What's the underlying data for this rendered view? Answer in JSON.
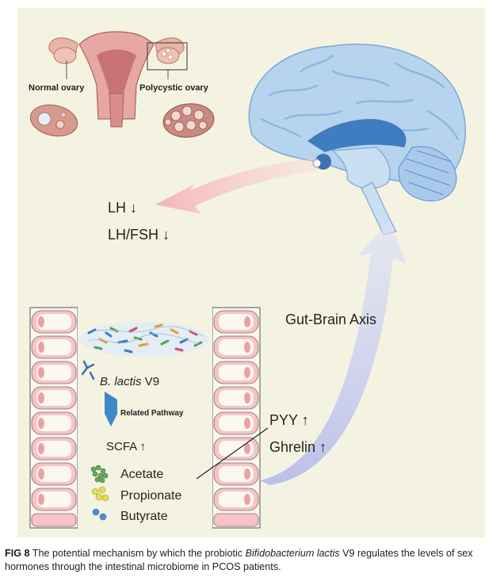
{
  "figure": {
    "ovary_labels": {
      "normal": "Normal ovary",
      "polycystic": "Polycystic ovary"
    },
    "hormones": {
      "lh": "LH ↓",
      "lh_fsh": "LH/FSH ↓"
    },
    "axis_label": "Gut-Brain Axis",
    "gut": {
      "probiotic_prefix": "B. lactis",
      "probiotic_suffix": " V9",
      "pathway_label": "Related Pathway",
      "scfa": "SCFA ↑",
      "metabolites": [
        "Acetate",
        "Propionate",
        "Butyrate"
      ],
      "peptides": [
        "PYY ↑",
        "Ghrelin ↑"
      ]
    },
    "colors": {
      "panel_bg": "#f4f3e1",
      "brain_blue": "#b6d4ee",
      "arrow_pink": "#f7c4c4",
      "arrow_lavender": "#c7cbee",
      "pathway_arrow": "#3f88c8",
      "acetate": "#6aa75a",
      "propionate": "#e4dd59",
      "butyrate": "#4b8fd2"
    }
  },
  "caption": {
    "label": "FIG 8",
    "text_before": "  The potential mechanism by which the probiotic ",
    "species": "Bifidobacterium lactis",
    "text_after": " V9 regulates the levels of sex hormones through the intestinal microbiome in PCOS patients."
  }
}
